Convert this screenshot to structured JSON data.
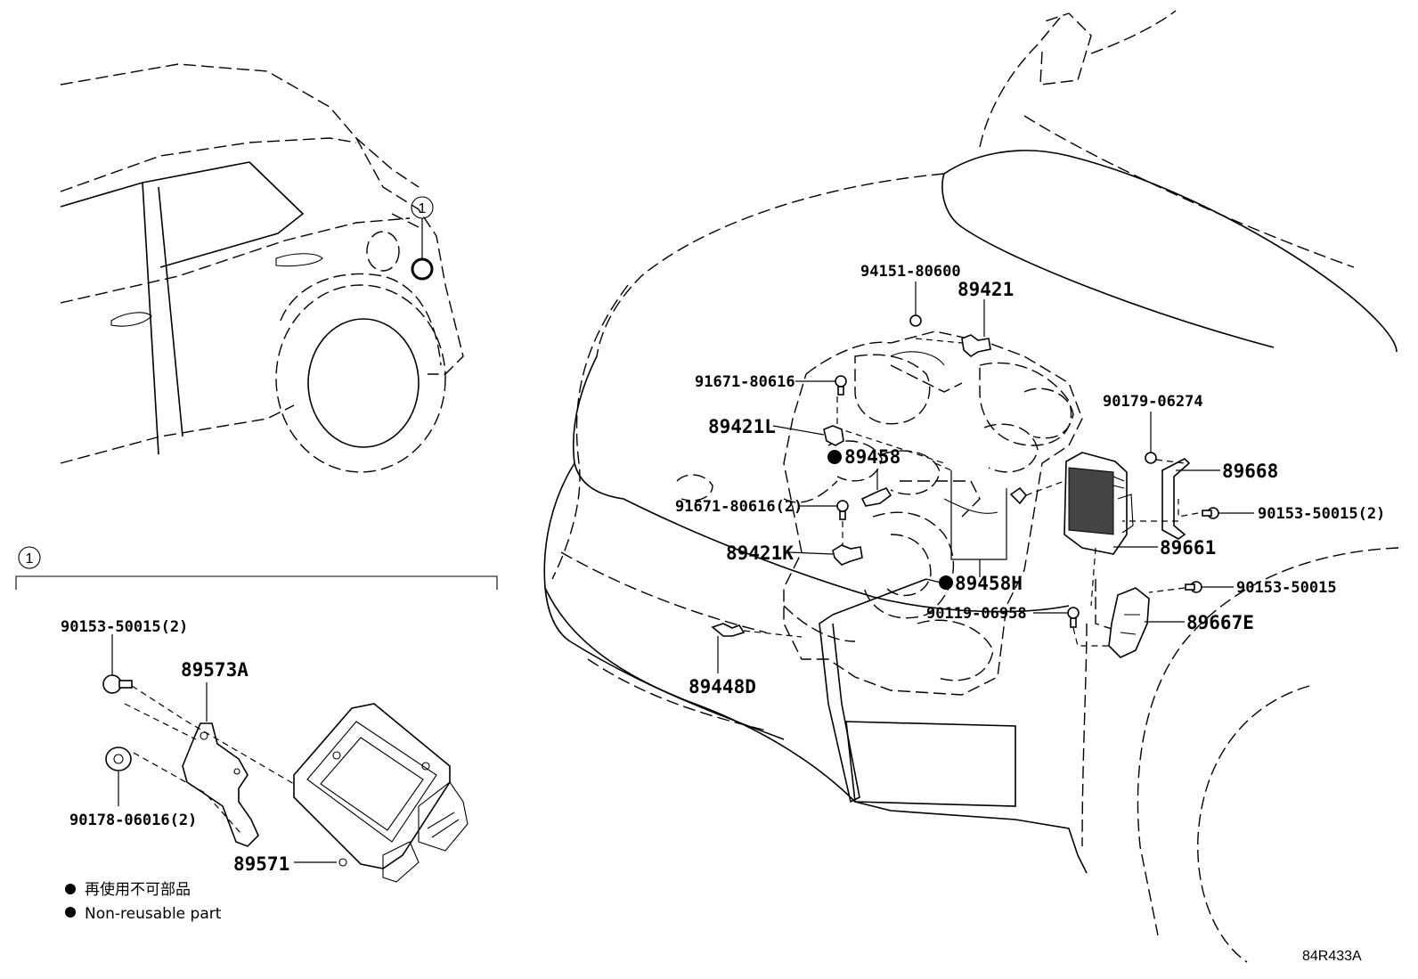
{
  "index_marker": "1",
  "callouts": {
    "c94151_80600": "94151-80600",
    "c89421": "89421",
    "c91671_80616": "91671-80616",
    "c89421L": "89421L",
    "c89458": "89458",
    "c91671_80616_2": "91671-80616(2)",
    "c89421K": "89421K",
    "c89458H": "89458H",
    "c90119_06958": "90119-06958",
    "c89448D": "89448D",
    "c90179_06274": "90179-06274",
    "c89668": "89668",
    "c90153_50015_2_right": "90153-50015(2)",
    "c89661": "89661",
    "c90153_50015": "90153-50015",
    "c89667E": "89667E",
    "c90153_50015_2_left": "90153-50015(2)",
    "c89573A": "89573A",
    "c90178_06016_2": "90178-06016(2)",
    "c89571": "89571"
  },
  "legend": {
    "item_japanese": "再使用不可部品",
    "item_english": "Non-reusable part"
  },
  "figure_ref": "84R433A"
}
